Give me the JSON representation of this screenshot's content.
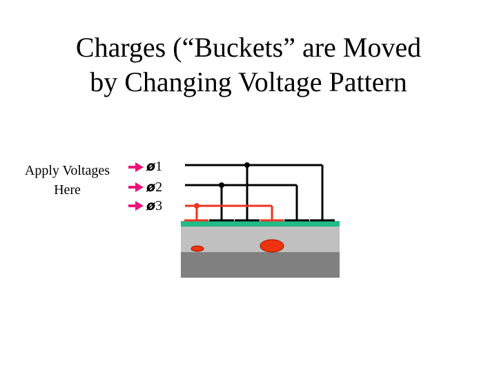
{
  "slide": {
    "title_line1": "Charges (“Buckets” are Moved",
    "title_line2": "by Changing Voltage Pattern"
  },
  "apply_label": {
    "line1": "Apply Voltages",
    "line2": "Here"
  },
  "phases": [
    {
      "symbol": "ø",
      "number": "1"
    },
    {
      "symbol": "ø",
      "number": "2"
    },
    {
      "symbol": "ø",
      "number": "3"
    }
  ],
  "colors": {
    "arrow": "#ee1177",
    "phase1_wire": "#000000",
    "phase2_wire": "#000000",
    "phase3_wire": "#ee3322",
    "oxide": "#22bb88",
    "upper_substrate": "#c0c0c0",
    "lower_substrate": "#808080",
    "charge": "#ee3311"
  }
}
